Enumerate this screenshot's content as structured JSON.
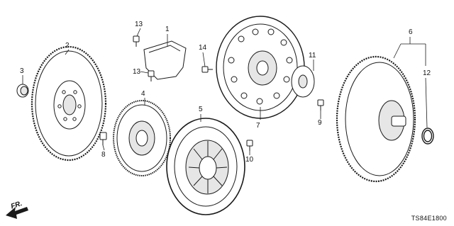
{
  "diagram": {
    "callouts": [
      "1",
      "2",
      "3",
      "4",
      "5",
      "6",
      "7",
      "8",
      "9",
      "10",
      "11",
      "12",
      "13",
      "13",
      "14"
    ],
    "direction_label": "FR.",
    "drawing_code": "TS84E1800"
  },
  "colors": {
    "line": "#1a1a1a",
    "fill": "#ffffff",
    "shade": "#cfcfcf"
  }
}
